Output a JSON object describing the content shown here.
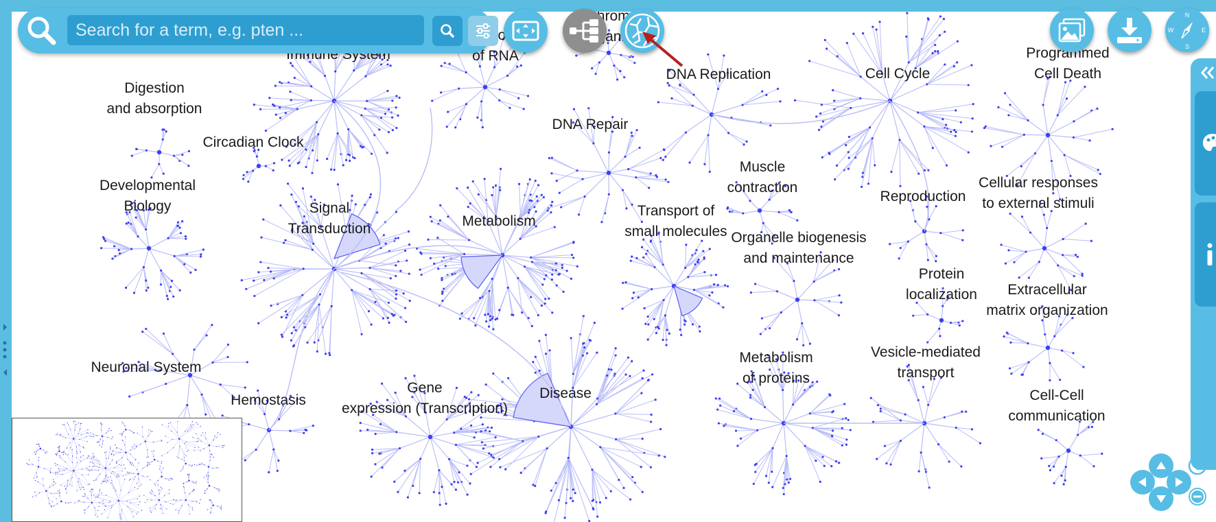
{
  "search": {
    "placeholder": "Search for a term, e.g. pten ..."
  },
  "labels": {
    "immune_system": "Immune System",
    "metabolism_of_rna": "abol\nof RNA",
    "chromatin_org": "Chroma\norganiza",
    "dna_replication": "DNA Replication",
    "cell_cycle": "Cell Cycle",
    "programmed_cell_death": "Programmed\nCell Death",
    "digestion": "Digestion\nand absorption",
    "circadian_clock": "Circadian Clock",
    "dna_repair": "DNA Repair",
    "developmental_biology": "Developmental\nBiology",
    "signal_transduction": "Signal\nTransduction",
    "metabolism": "Metabolism",
    "muscle_contraction": "Muscle\ncontraction",
    "transport_small_molecules": "Transport of\nsmall molecules",
    "reproduction": "Reproduction",
    "cellular_responses": "Cellular responses\nto external stimuli",
    "organelle_biogenesis": "Organelle biogenesis\nand maintenance",
    "protein_localization": "Protein\nlocalization",
    "extracellular_matrix": "Extracellular\nmatrix organization",
    "neuronal_system": "Neuronal System",
    "hemostasis": "Hemostasis",
    "gene_expression": "Gene\nexpression (Transcription)",
    "disease": "Disease",
    "metabolism_of_proteins": "Metabolism\nof proteins",
    "vesicle_transport": "Vesicle-mediated\ntransport",
    "cell_cell_communication": "Cell-Cell\ncommunication"
  },
  "colors": {
    "toolbar": "#57bde4",
    "toolbar_dark": "#2e9ed1",
    "edge": "#b9bdf7",
    "node": "#3d3ff0",
    "annotation_arrow": "#b52020"
  },
  "icons": {
    "search": "search-icon",
    "filter": "sliders-icon",
    "fit": "fit-to-screen-icon",
    "hierarchy": "hierarchy-layout-icon",
    "voronoi": "voronoi-layout-icon",
    "image_export": "image-export-icon",
    "download": "download-icon",
    "compass": "compass-icon"
  }
}
